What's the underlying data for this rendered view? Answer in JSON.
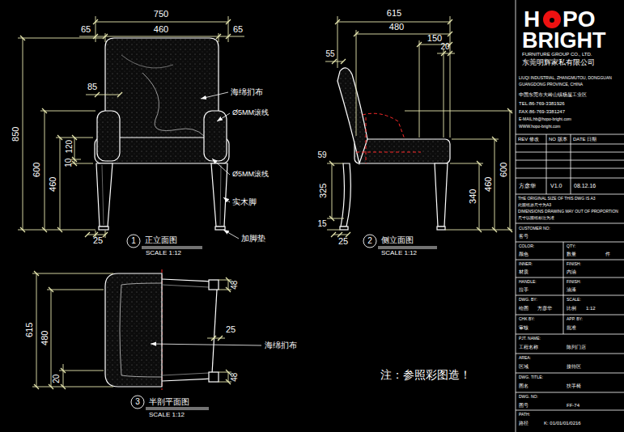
{
  "diagram": {
    "labels": [
      "750",
      "65",
      "460",
      "65",
      "85",
      "850",
      "600",
      "460",
      "10",
      "120",
      "25",
      "海绵扪布",
      "Ø5MM滚线",
      "Ø5MM滚线",
      "实木脚",
      "加脚垫",
      "1",
      "正立面图",
      "SCALE 1:12",
      "615",
      "480",
      "150",
      "20",
      "55",
      "59",
      "325",
      "15",
      "340",
      "460",
      "600",
      "25",
      "2",
      "侧立面图",
      "SCALE 1:12",
      "615",
      "480",
      "20",
      "48",
      "48",
      "25",
      "海绵扪布",
      "3",
      "半剖平面图",
      "SCALE 1:12",
      "注：参照彩图造！",
      "H",
      "PO",
      "BRIGHT",
      "FURNITURE GROUP CO., LTD.",
      "东莞明辉家私有限公司",
      "LIUQI INDUSTRIAL, ZHANGMUTOU, DONGGUAN",
      "GUANGDONG PROVINCE, CHINA",
      "中国东莞市大岭山镇杨屋工业区",
      "TEL:86-769-3381926",
      "FAX:86-769-3381247",
      "E-MAIL:hb@hopo-bright.com",
      "WWW.hopo-bright.com",
      "REV 修改",
      "NO 版本",
      "DATE 日期",
      "方彦华",
      "V1.0",
      "08.12.16",
      "THE ORIGINAL SIZE OF THIS DWG IS A3",
      "此图纸原尺寸为A3",
      "DIMENSIONS DRAWING MAY OUT OF PROPORTION",
      "尺寸以图纸标注为准",
      "CUSTOMER NO:",
      "客号",
      "COLOR:",
      "QTY:",
      "颜色",
      "数量",
      "件",
      "INNER:",
      "FINISH:",
      "材质",
      "内油",
      "HANDLE:",
      "FINISH:",
      "拉手",
      "油漆",
      "DWG. BY:",
      "SCALE:",
      "绘图",
      "方彦华",
      "比例",
      "1:12",
      "CHK BY:",
      "APP. BY:",
      "审核",
      "批准",
      "PJT. NAME:",
      "工程名称",
      "陈列门店",
      "AREA:",
      "区域",
      "接待区",
      "DWG. TITLE:",
      "图名",
      "扶手椅",
      "DWG. NO:",
      "图号",
      "FF-74",
      "PATH:",
      "路径",
      "K: 01/01/01/0216"
    ]
  }
}
